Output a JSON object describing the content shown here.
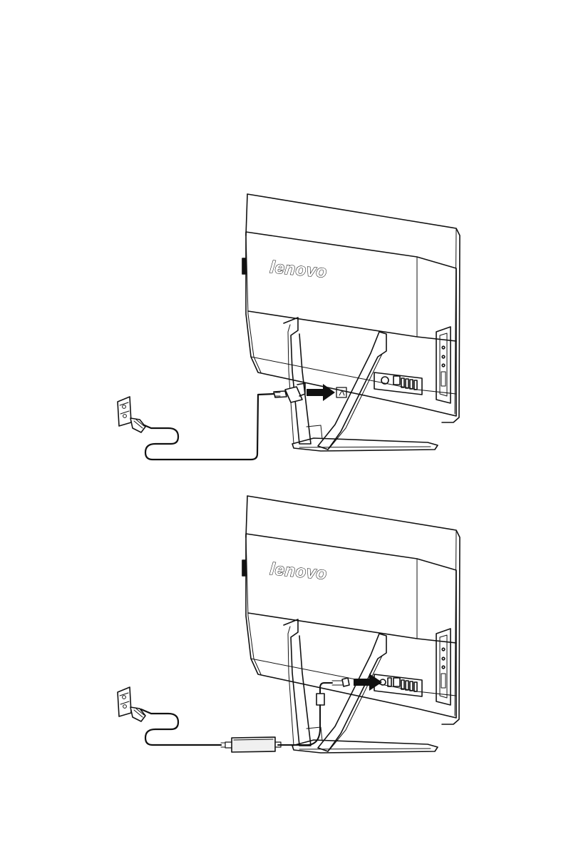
{
  "figures": [
    {
      "id": "power-cord-connection",
      "brand_logo": "lenovo"
    },
    {
      "id": "power-adapter-connection",
      "brand_logo": "lenovo"
    }
  ],
  "colors": {
    "line": "#111111",
    "background": "#ffffff",
    "adapter": "#f0f0f0"
  },
  "icons": [
    "wall-outlet-icon",
    "power-plug-icon",
    "arrow-right-icon",
    "power-adapter-icon",
    "dc-plug-icon"
  ]
}
